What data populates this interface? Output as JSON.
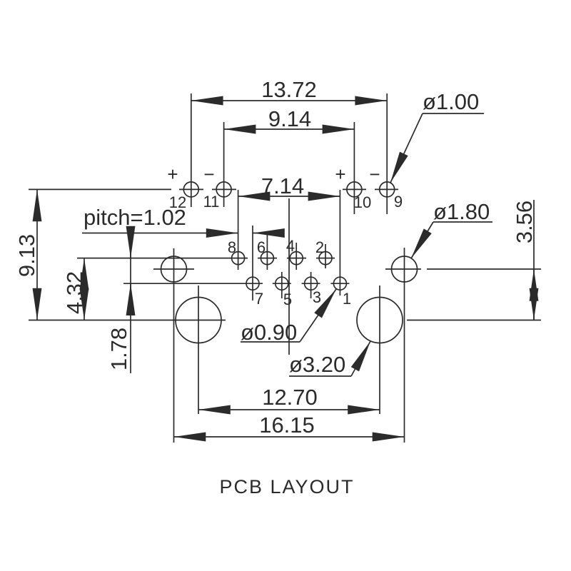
{
  "colors": {
    "ink": "#2b2b2b",
    "background": "#ffffff"
  },
  "title": "PCB LAYOUT",
  "dimensions": {
    "outer_pin_span": "13.72",
    "inner_pin_span": "9.14",
    "signal_pin_span": "7.14",
    "pitch": "pitch=1.02",
    "pin_row_height": "9.13",
    "signal_row_height": "4.32",
    "row_offset": "1.78",
    "side_hole_height": "3.56",
    "mount_hole_span": "12.70",
    "side_hole_span": "16.15"
  },
  "callouts": {
    "power_pin": "ø1.00",
    "side_hole": "ø1.80",
    "signal_pin": "ø0.90",
    "mount_hole": "ø3.20"
  },
  "pins": {
    "p1": "1",
    "p2": "2",
    "p3": "3",
    "p4": "4",
    "p5": "5",
    "p6": "6",
    "p7": "7",
    "p8": "8",
    "p9": "9",
    "p10": "10",
    "p11": "11",
    "p12": "12"
  },
  "polarity": {
    "left_plus": "+",
    "left_minus": "−",
    "right_plus": "+",
    "right_minus": "−"
  }
}
